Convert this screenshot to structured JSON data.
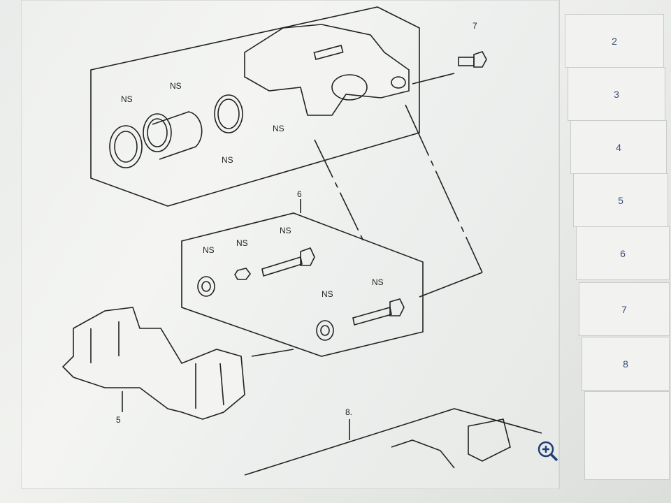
{
  "diagram": {
    "callouts": {
      "ns": "NS",
      "n5": "5",
      "n6": "6",
      "n7": "7",
      "n8": "8."
    }
  },
  "parts_list": {
    "items": [
      {
        "label": "2"
      },
      {
        "label": "3"
      },
      {
        "label": "4"
      },
      {
        "label": "5"
      },
      {
        "label": "6"
      },
      {
        "label": "7"
      },
      {
        "label": "8"
      }
    ]
  },
  "zoom": {
    "icon": "zoom-in-icon"
  }
}
